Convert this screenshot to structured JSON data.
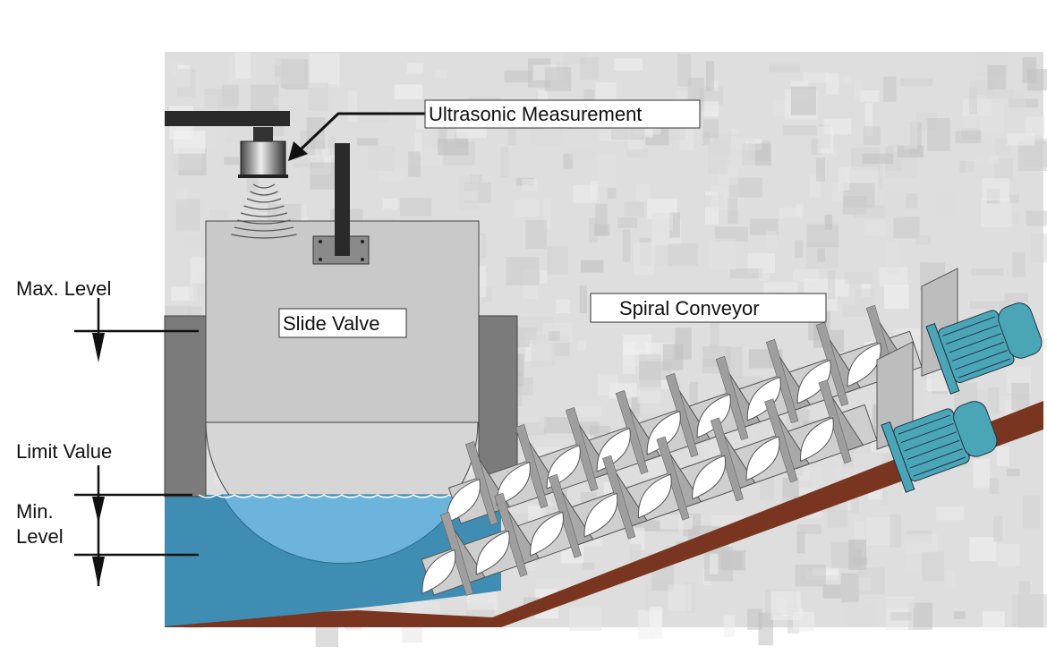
{
  "labels": {
    "ultrasonic": "Ultrasonic Measurement",
    "slide_valve": "Slide Valve",
    "spiral_conveyor": "Spiral Conveyor",
    "max_level": "Max. Level",
    "limit_value": "Limit Value",
    "min_level_line1": "Min.",
    "min_level_line2": "Level"
  },
  "colors": {
    "water": "#3f8db3",
    "water_light": "#6cb4dc",
    "floor": "#7a3520",
    "motor": "#4aa6b6",
    "valve": "#c9c9c9",
    "wall": "#7b7b7b"
  }
}
